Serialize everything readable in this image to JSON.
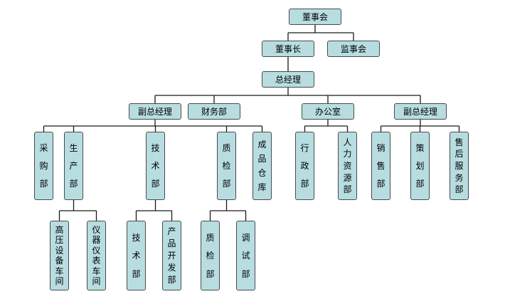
{
  "colors": {
    "box_fill": "#b7dde1",
    "box_border": "#4a4a4a",
    "line": "#1a1a1a",
    "background": "#ffffff"
  },
  "nodes": {
    "board": {
      "label": "董事会"
    },
    "chairman": {
      "label": "董事长"
    },
    "supervisory": {
      "label": "监事会"
    },
    "gm": {
      "label": "总经理"
    },
    "deputy_gm_left": {
      "label": "副总经理"
    },
    "finance": {
      "label": "财务部"
    },
    "office": {
      "label": "办公室"
    },
    "deputy_gm_right": {
      "label": "副总经理"
    },
    "purchasing": {
      "label": "采购部"
    },
    "production": {
      "label": "生产部"
    },
    "technology": {
      "label": "技术部"
    },
    "quality": {
      "label": "质检部"
    },
    "warehouse": {
      "label": "成品仓库"
    },
    "admin": {
      "label": "行政部"
    },
    "hr": {
      "label": "人力资源部"
    },
    "sales": {
      "label": "销售部"
    },
    "planning": {
      "label": "策划部"
    },
    "after_sales": {
      "label": "售后服务部"
    },
    "hv_workshop": {
      "label": "高压设备车间"
    },
    "instrument_workshop": {
      "label": "仪器仪表车间"
    },
    "tech_sub": {
      "label": "技术部"
    },
    "product_dev": {
      "label": "产品开发部"
    },
    "quality_sub": {
      "label": "质检部"
    },
    "debugging": {
      "label": "调试部"
    }
  },
  "edges": [
    [
      "board",
      "chairman"
    ],
    [
      "board",
      "supervisory"
    ],
    [
      "chairman",
      "gm"
    ],
    [
      "gm",
      "deputy_gm_left"
    ],
    [
      "gm",
      "finance"
    ],
    [
      "gm",
      "office"
    ],
    [
      "gm",
      "deputy_gm_right"
    ],
    [
      "deputy_gm_left",
      "purchasing"
    ],
    [
      "deputy_gm_left",
      "production"
    ],
    [
      "deputy_gm_left",
      "technology"
    ],
    [
      "deputy_gm_left",
      "quality"
    ],
    [
      "deputy_gm_left",
      "warehouse"
    ],
    [
      "production",
      "hv_workshop"
    ],
    [
      "production",
      "instrument_workshop"
    ],
    [
      "technology",
      "tech_sub"
    ],
    [
      "technology",
      "product_dev"
    ],
    [
      "quality",
      "quality_sub"
    ],
    [
      "quality",
      "debugging"
    ],
    [
      "office",
      "admin"
    ],
    [
      "office",
      "hr"
    ],
    [
      "deputy_gm_right",
      "sales"
    ],
    [
      "deputy_gm_right",
      "planning"
    ],
    [
      "deputy_gm_right",
      "after_sales"
    ]
  ]
}
